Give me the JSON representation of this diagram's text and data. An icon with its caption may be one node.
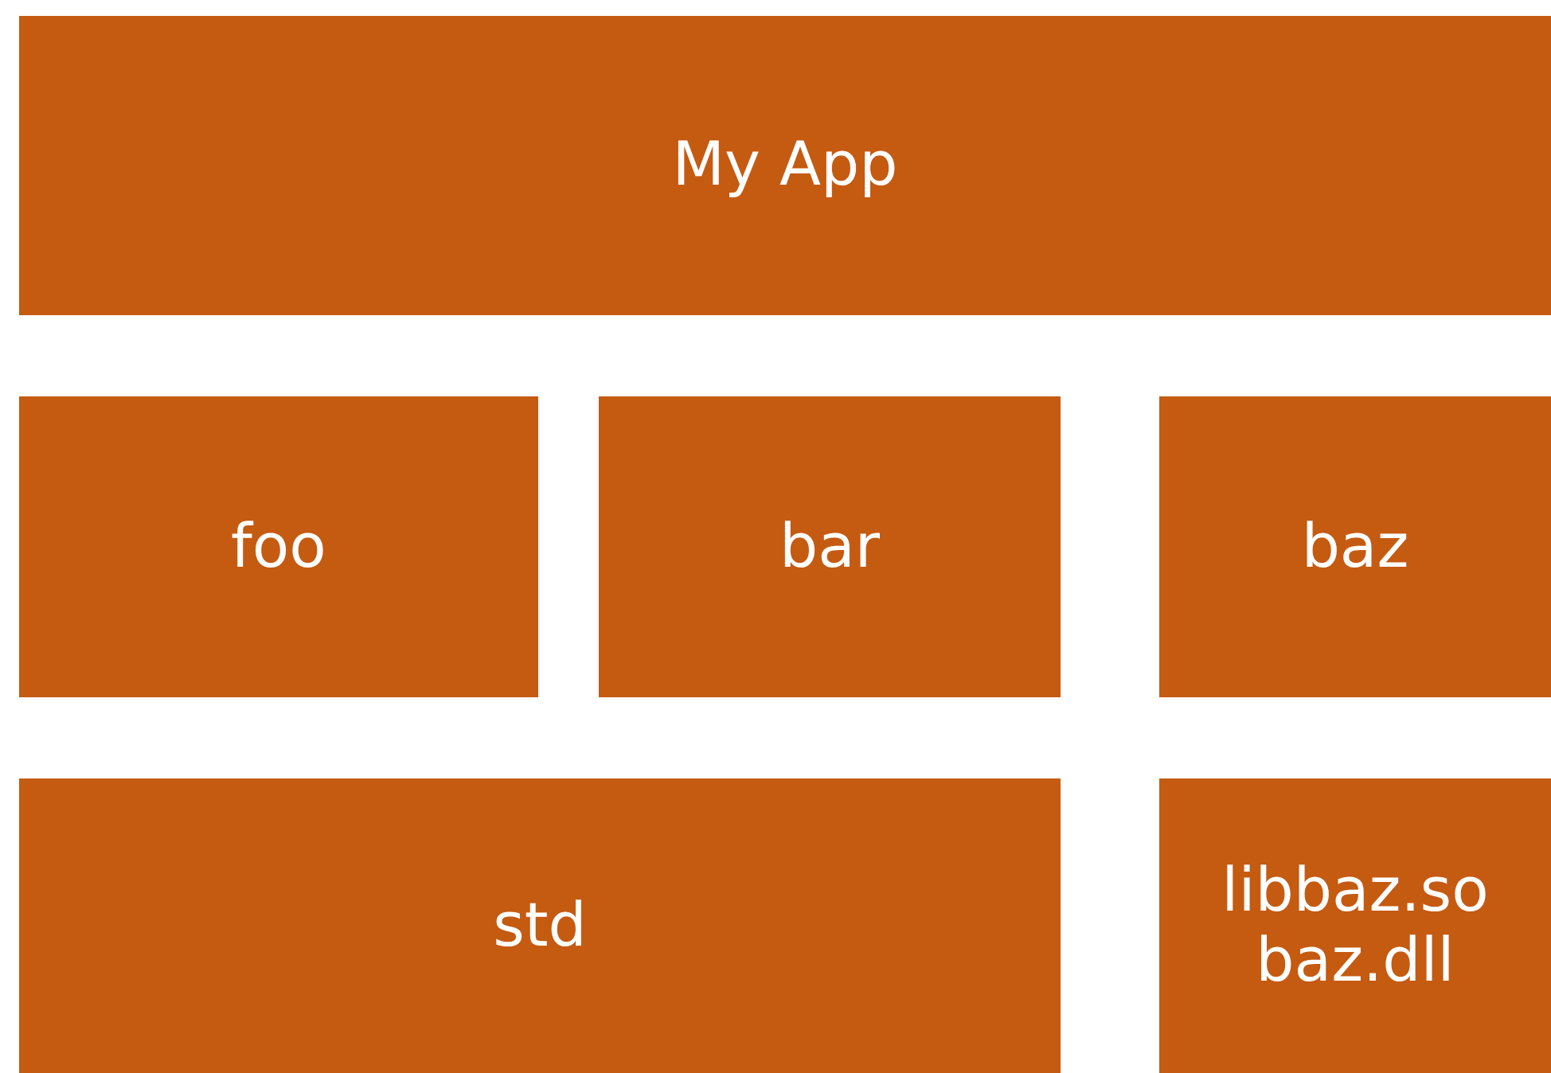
{
  "diagram": {
    "nodes": [
      {
        "text": [
          "My App"
        ]
      },
      {
        "text": [
          "foo"
        ]
      },
      {
        "text": [
          "bar"
        ]
      },
      {
        "text": [
          "baz"
        ]
      },
      {
        "text": [
          "std"
        ]
      },
      {
        "text": [
          "libbaz.so",
          "baz.dll"
        ]
      }
    ]
  }
}
